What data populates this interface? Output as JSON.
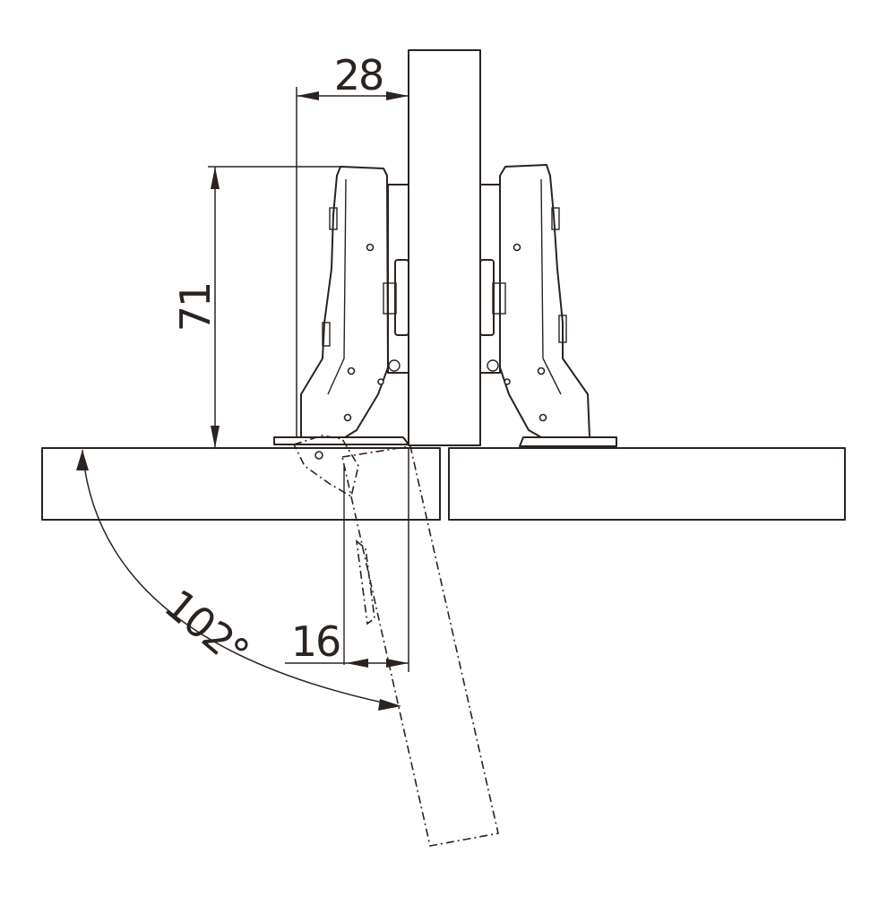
{
  "dimensions": {
    "overlay": "28",
    "height": "71",
    "offset": "16",
    "angle": "102°"
  },
  "colors": {
    "line": "#2a2320",
    "background": "#ffffff"
  }
}
